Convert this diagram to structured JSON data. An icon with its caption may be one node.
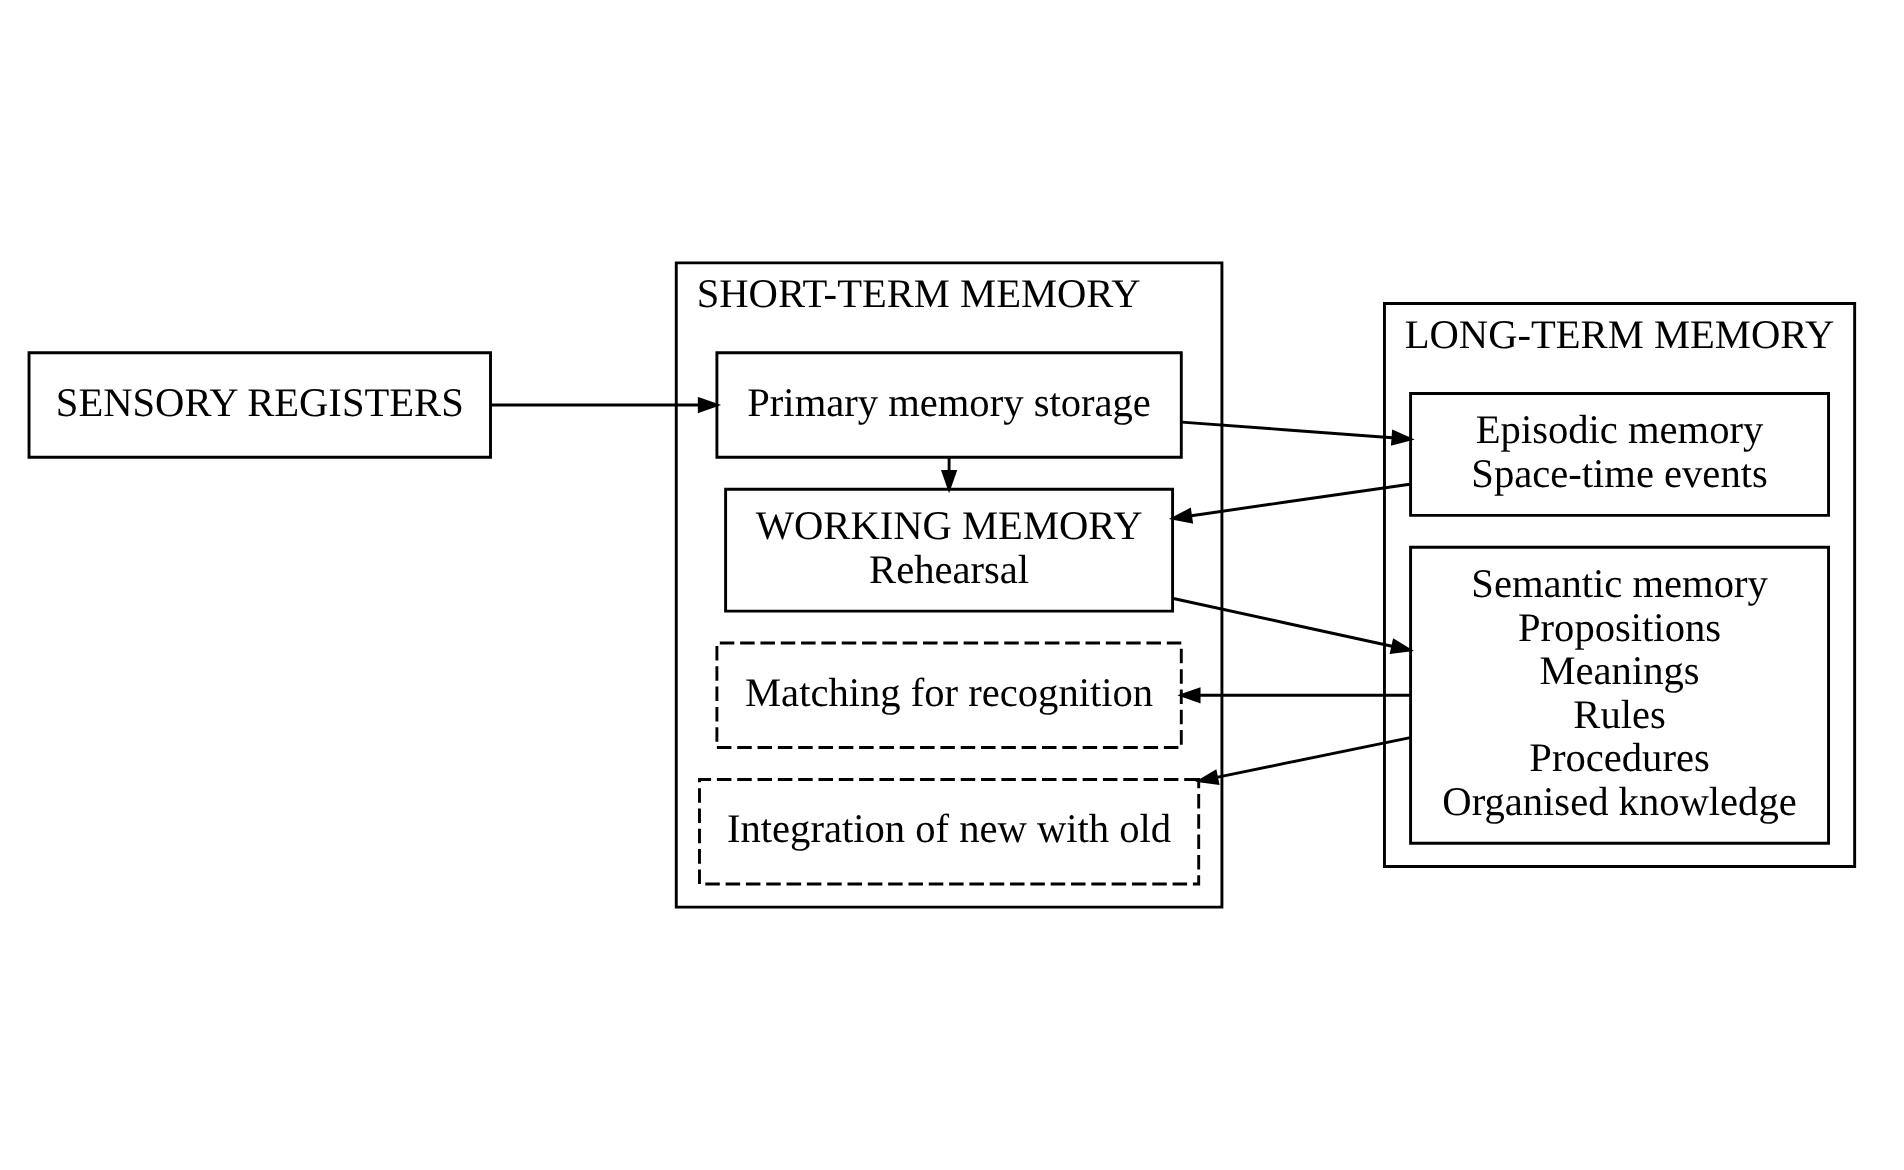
{
  "diagram": {
    "nodes": [
      {
        "text": [
          "SENSORY REGISTERS"
        ]
      },
      {
        "text": [
          "SHORT-TERM MEMORY"
        ]
      },
      {
        "text": [
          "Primary memory storage"
        ],
        "in": 1
      },
      {
        "text": [
          "WORKING MEMORY",
          "Rehearsal"
        ],
        "in": 1
      },
      {
        "text": [
          "Matching for recognition"
        ],
        "in": 1
      },
      {
        "text": [
          "Integration of new with old"
        ],
        "in": 1
      },
      {
        "text": [
          "LONG-TERM MEMORY"
        ]
      },
      {
        "text": [
          "Episodic memory",
          "Space-time events"
        ],
        "in": 6
      },
      {
        "text": [
          "Semantic memory",
          "Propositions",
          "Meanings",
          "Rules",
          "Procedures",
          "Organised knowledge"
        ],
        "in": 6
      }
    ],
    "edges": [
      {
        "from": 0,
        "to": 2,
        "arrow": "to"
      },
      {
        "from": 2,
        "to": 3,
        "arrow": "to"
      },
      {
        "from": 2,
        "to": 7,
        "arrow": "to"
      },
      {
        "from": 7,
        "to": 3,
        "arrow": "to"
      },
      {
        "from": 3,
        "to": 8,
        "arrow": "to"
      },
      {
        "from": 8,
        "to": 4,
        "arrow": "to"
      },
      {
        "from": 8,
        "to": 5,
        "arrow": "to"
      }
    ]
  }
}
